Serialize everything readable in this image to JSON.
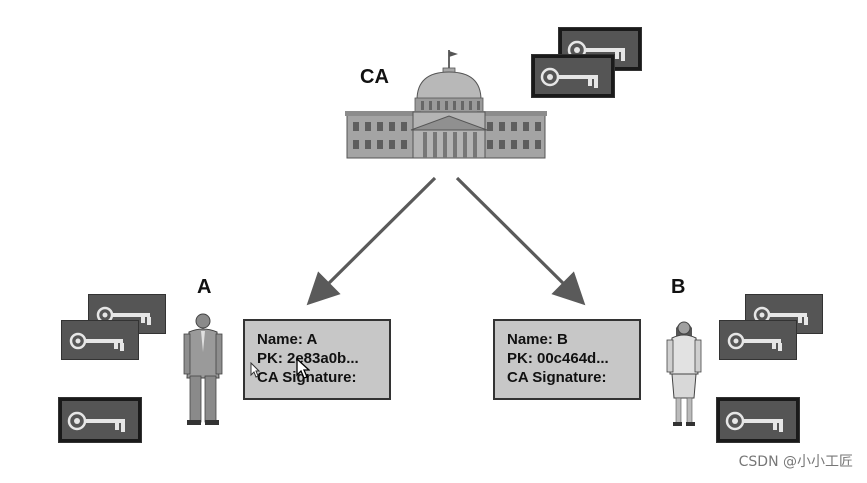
{
  "nodes": {
    "ca": {
      "label": "CA"
    },
    "a": {
      "label": "A"
    },
    "b": {
      "label": "B"
    }
  },
  "certificates": {
    "a": {
      "name": "Name: A",
      "pk": "PK: 2e83a0b...",
      "signature": "CA Signature:"
    },
    "b": {
      "name": "Name: B",
      "pk": "PK: 00c464d...",
      "signature": "CA Signature:"
    }
  },
  "watermark": "CSDN @小小工匠",
  "colors": {
    "arrow": "#5a5a5a",
    "certificate_fill": "#c7c7c7",
    "key_card": "#555555",
    "key_frame": "#1a1a1a"
  },
  "icons": {
    "ca": "government-building-icon",
    "a": "man-figure-icon",
    "b": "woman-figure-icon",
    "keys": "key-icon"
  }
}
